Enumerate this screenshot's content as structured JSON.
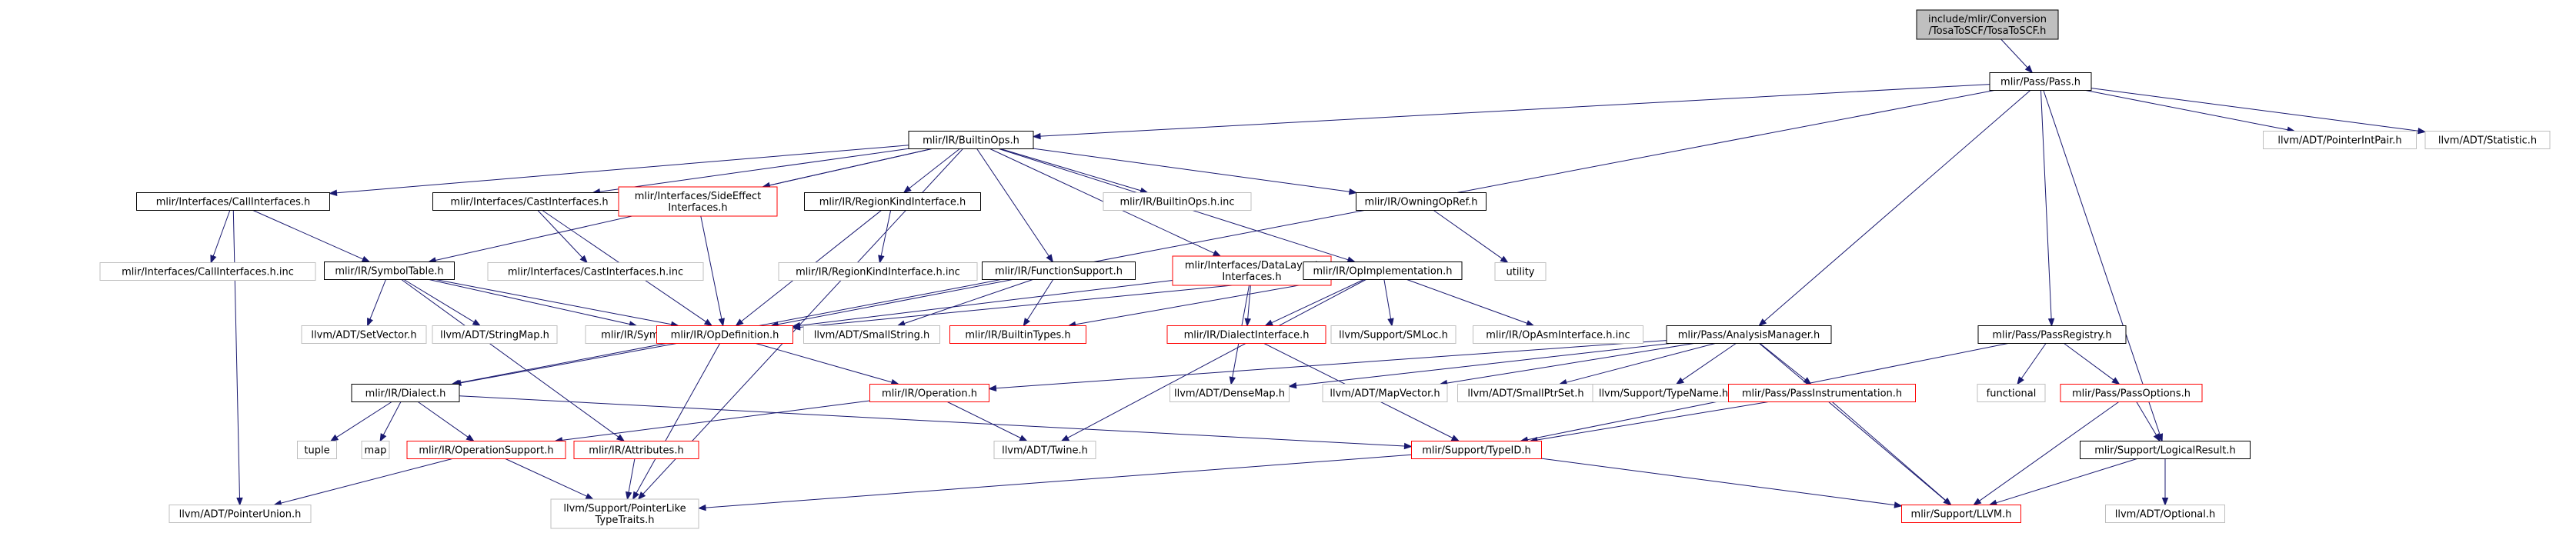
{
  "diagram_title": "",
  "colors": {
    "root_fill": "#bfbfbf",
    "box_fill": "#ffffff",
    "border_normal": "#000000",
    "border_truncated": "#ff0000",
    "border_external": "#bfbfbf",
    "edge": "#191970"
  },
  "nodes": [
    {
      "id": "root",
      "label": [
        "include/mlir/Conversion",
        "/TosaToSCF/TosaToSCF.h"
      ],
      "kind": "root"
    },
    {
      "id": "pass",
      "label": [
        "mlir/Pass/Pass.h"
      ],
      "kind": "normal"
    },
    {
      "id": "builtinops",
      "label": [
        "mlir/IR/BuiltinOps.h"
      ],
      "kind": "normal"
    },
    {
      "id": "pointerintpair",
      "label": [
        "llvm/ADT/PointerIntPair.h"
      ],
      "kind": "external"
    },
    {
      "id": "statistic",
      "label": [
        "llvm/ADT/Statistic.h"
      ],
      "kind": "external"
    },
    {
      "id": "callinterfaces",
      "label": [
        "mlir/Interfaces/CallInterfaces.h"
      ],
      "kind": "normal"
    },
    {
      "id": "castinterfaces",
      "label": [
        "mlir/Interfaces/CastInterfaces.h"
      ],
      "kind": "normal"
    },
    {
      "id": "sideeffect",
      "label": [
        "mlir/Interfaces/SideEffect",
        "Interfaces.h"
      ],
      "kind": "truncated"
    },
    {
      "id": "regionkind",
      "label": [
        "mlir/IR/RegionKindInterface.h"
      ],
      "kind": "normal"
    },
    {
      "id": "builtinopsinc",
      "label": [
        "mlir/IR/BuiltinOps.h.inc"
      ],
      "kind": "external"
    },
    {
      "id": "owningopref",
      "label": [
        "mlir/IR/OwningOpRef.h"
      ],
      "kind": "normal"
    },
    {
      "id": "callinterfacesinc",
      "label": [
        "mlir/Interfaces/CallInterfaces.h.inc"
      ],
      "kind": "external"
    },
    {
      "id": "symboltable",
      "label": [
        "mlir/IR/SymbolTable.h"
      ],
      "kind": "normal"
    },
    {
      "id": "castinterfacesinc",
      "label": [
        "mlir/Interfaces/CastInterfaces.h.inc"
      ],
      "kind": "external"
    },
    {
      "id": "regionkindinc",
      "label": [
        "mlir/IR/RegionKindInterface.h.inc"
      ],
      "kind": "external"
    },
    {
      "id": "functionsupport",
      "label": [
        "mlir/IR/FunctionSupport.h"
      ],
      "kind": "normal"
    },
    {
      "id": "datalayout",
      "label": [
        "mlir/Interfaces/DataLayout",
        "Interfaces.h"
      ],
      "kind": "truncated"
    },
    {
      "id": "opimplementation",
      "label": [
        "mlir/IR/OpImplementation.h"
      ],
      "kind": "normal"
    },
    {
      "id": "utility",
      "label": [
        "utility"
      ],
      "kind": "external"
    },
    {
      "id": "setvector",
      "label": [
        "llvm/ADT/SetVector.h"
      ],
      "kind": "external"
    },
    {
      "id": "stringmap",
      "label": [
        "llvm/ADT/StringMap.h"
      ],
      "kind": "external"
    },
    {
      "id": "symbolinterfacesinc",
      "label": [
        "mlir/IR/SymbolInterfaces.h.inc"
      ],
      "kind": "external"
    },
    {
      "id": "opdefinition",
      "label": [
        "mlir/IR/OpDefinition.h"
      ],
      "kind": "truncated"
    },
    {
      "id": "smallstring",
      "label": [
        "llvm/ADT/SmallString.h"
      ],
      "kind": "external"
    },
    {
      "id": "builtintypes",
      "label": [
        "mlir/IR/BuiltinTypes.h"
      ],
      "kind": "truncated"
    },
    {
      "id": "dialectinterface",
      "label": [
        "mlir/IR/DialectInterface.h"
      ],
      "kind": "truncated"
    },
    {
      "id": "smloc",
      "label": [
        "llvm/Support/SMLoc.h"
      ],
      "kind": "external"
    },
    {
      "id": "opasminterfaceinc",
      "label": [
        "mlir/IR/OpAsmInterface.h.inc"
      ],
      "kind": "external"
    },
    {
      "id": "analysismanager",
      "label": [
        "mlir/Pass/AnalysisManager.h"
      ],
      "kind": "normal"
    },
    {
      "id": "passregistry",
      "label": [
        "mlir/Pass/PassRegistry.h"
      ],
      "kind": "normal"
    },
    {
      "id": "dialect",
      "label": [
        "mlir/IR/Dialect.h"
      ],
      "kind": "normal"
    },
    {
      "id": "operation",
      "label": [
        "mlir/IR/Operation.h"
      ],
      "kind": "truncated"
    },
    {
      "id": "densemap",
      "label": [
        "llvm/ADT/DenseMap.h"
      ],
      "kind": "external"
    },
    {
      "id": "mapvector",
      "label": [
        "llvm/ADT/MapVector.h"
      ],
      "kind": "external"
    },
    {
      "id": "smallptrset",
      "label": [
        "llvm/ADT/SmallPtrSet.h"
      ],
      "kind": "external"
    },
    {
      "id": "typename",
      "label": [
        "llvm/Support/TypeName.h"
      ],
      "kind": "external"
    },
    {
      "id": "passinstrumentation",
      "label": [
        "mlir/Pass/PassInstrumentation.h"
      ],
      "kind": "truncated"
    },
    {
      "id": "functional",
      "label": [
        "functional"
      ],
      "kind": "external"
    },
    {
      "id": "passoptions",
      "label": [
        "mlir/Pass/PassOptions.h"
      ],
      "kind": "truncated"
    },
    {
      "id": "tuple",
      "label": [
        "tuple"
      ],
      "kind": "external"
    },
    {
      "id": "map",
      "label": [
        "map"
      ],
      "kind": "external"
    },
    {
      "id": "operationsupport",
      "label": [
        "mlir/IR/OperationSupport.h"
      ],
      "kind": "truncated"
    },
    {
      "id": "attributes",
      "label": [
        "mlir/IR/Attributes.h"
      ],
      "kind": "truncated"
    },
    {
      "id": "twine",
      "label": [
        "llvm/ADT/Twine.h"
      ],
      "kind": "external"
    },
    {
      "id": "typeid",
      "label": [
        "mlir/Support/TypeID.h"
      ],
      "kind": "truncated"
    },
    {
      "id": "logicalresult",
      "label": [
        "mlir/Support/LogicalResult.h"
      ],
      "kind": "normal"
    },
    {
      "id": "pointerunion",
      "label": [
        "llvm/ADT/PointerUnion.h"
      ],
      "kind": "external"
    },
    {
      "id": "pointerliketypetraits",
      "label": [
        "llvm/Support/PointerLike",
        "TypeTraits.h"
      ],
      "kind": "external"
    },
    {
      "id": "llvm",
      "label": [
        "mlir/Support/LLVM.h"
      ],
      "kind": "truncated"
    },
    {
      "id": "optional",
      "label": [
        "llvm/ADT/Optional.h"
      ],
      "kind": "external"
    }
  ],
  "edges": [
    [
      "root",
      "pass"
    ],
    [
      "pass",
      "builtinops"
    ],
    [
      "pass",
      "pointerintpair"
    ],
    [
      "pass",
      "statistic"
    ],
    [
      "pass",
      "dialect"
    ],
    [
      "pass",
      "analysismanager"
    ],
    [
      "pass",
      "passregistry"
    ],
    [
      "pass",
      "logicalresult"
    ],
    [
      "builtinops",
      "callinterfaces"
    ],
    [
      "builtinops",
      "castinterfaces"
    ],
    [
      "builtinops",
      "sideeffect"
    ],
    [
      "builtinops",
      "regionkind"
    ],
    [
      "builtinops",
      "builtinopsinc"
    ],
    [
      "builtinops",
      "owningopref"
    ],
    [
      "builtinops",
      "symboltable"
    ],
    [
      "builtinops",
      "functionsupport"
    ],
    [
      "builtinops",
      "datalayout"
    ],
    [
      "builtinops",
      "opimplementation"
    ],
    [
      "builtinops",
      "pointerliketypetraits"
    ],
    [
      "callinterfaces",
      "callinterfacesinc"
    ],
    [
      "callinterfaces",
      "symboltable"
    ],
    [
      "callinterfaces",
      "pointerunion"
    ],
    [
      "castinterfaces",
      "castinterfacesinc"
    ],
    [
      "castinterfaces",
      "opdefinition"
    ],
    [
      "sideeffect",
      "opdefinition"
    ],
    [
      "regionkind",
      "regionkindinc"
    ],
    [
      "regionkind",
      "opdefinition"
    ],
    [
      "owningopref",
      "utility"
    ],
    [
      "symboltable",
      "setvector"
    ],
    [
      "symboltable",
      "stringmap"
    ],
    [
      "symboltable",
      "symbolinterfacesinc"
    ],
    [
      "symboltable",
      "opdefinition"
    ],
    [
      "symboltable",
      "attributes"
    ],
    [
      "functionsupport",
      "opdefinition"
    ],
    [
      "functionsupport",
      "smallstring"
    ],
    [
      "functionsupport",
      "builtintypes"
    ],
    [
      "datalayout",
      "opdefinition"
    ],
    [
      "datalayout",
      "dialectinterface"
    ],
    [
      "datalayout",
      "densemap"
    ],
    [
      "opimplementation",
      "opdefinition"
    ],
    [
      "opimplementation",
      "builtintypes"
    ],
    [
      "opimplementation",
      "dialectinterface"
    ],
    [
      "opimplementation",
      "smloc"
    ],
    [
      "opimplementation",
      "opasminterfaceinc"
    ],
    [
      "opimplementation",
      "twine"
    ],
    [
      "opdefinition",
      "dialect"
    ],
    [
      "opdefinition",
      "operation"
    ],
    [
      "opdefinition",
      "pointerliketypetraits"
    ],
    [
      "dialectinterface",
      "typeid"
    ],
    [
      "analysismanager",
      "operation"
    ],
    [
      "analysismanager",
      "densemap"
    ],
    [
      "analysismanager",
      "mapvector"
    ],
    [
      "analysismanager",
      "smallptrset"
    ],
    [
      "analysismanager",
      "typename"
    ],
    [
      "analysismanager",
      "passinstrumentation"
    ],
    [
      "analysismanager",
      "llvm"
    ],
    [
      "passregistry",
      "typeid"
    ],
    [
      "passregistry",
      "functional"
    ],
    [
      "passregistry",
      "passoptions"
    ],
    [
      "dialect",
      "tuple"
    ],
    [
      "dialect",
      "map"
    ],
    [
      "dialect",
      "operationsupport"
    ],
    [
      "dialect",
      "typeid"
    ],
    [
      "operation",
      "operationsupport"
    ],
    [
      "operation",
      "twine"
    ],
    [
      "passinstrumentation",
      "typeid"
    ],
    [
      "passinstrumentation",
      "llvm"
    ],
    [
      "passoptions",
      "logicalresult"
    ],
    [
      "passoptions",
      "llvm"
    ],
    [
      "operationsupport",
      "pointerunion"
    ],
    [
      "operationsupport",
      "pointerliketypetraits"
    ],
    [
      "attributes",
      "pointerliketypetraits"
    ],
    [
      "typeid",
      "pointerliketypetraits"
    ],
    [
      "typeid",
      "llvm"
    ],
    [
      "logicalresult",
      "optional"
    ],
    [
      "logicalresult",
      "llvm"
    ]
  ]
}
